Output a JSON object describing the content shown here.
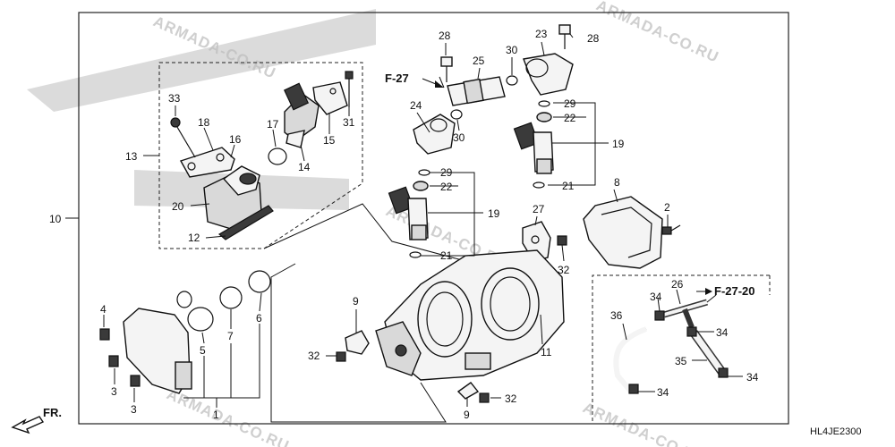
{
  "watermark": "ARMADA-CO.RU",
  "diagram_code": "HL4JE2300",
  "direction_label": "FR.",
  "refs": {
    "f27": "F-27",
    "f2720": "F-27-20"
  },
  "labels": {
    "p1": "1",
    "p2": "2",
    "p3a": "3",
    "p3b": "3",
    "p4": "4",
    "p5": "5",
    "p6": "6",
    "p7": "7",
    "p8": "8",
    "p9a": "9",
    "p9b": "9",
    "p10": "10",
    "p11": "11",
    "p12": "12",
    "p13": "13",
    "p14": "14",
    "p15": "15",
    "p16": "16",
    "p17": "17",
    "p18": "18",
    "p19a": "19",
    "p19b": "19",
    "p20": "20",
    "p21a": "21",
    "p21b": "21",
    "p22a": "22",
    "p22b": "22",
    "p23": "23",
    "p24": "24",
    "p25": "25",
    "p26": "26",
    "p27": "27",
    "p28a": "28",
    "p28b": "28",
    "p29a": "29",
    "p29b": "29",
    "p30a": "30",
    "p30b": "30",
    "p31": "31",
    "p32a": "32",
    "p32b": "32",
    "p32c": "32",
    "p33": "33",
    "p34a": "34",
    "p34b": "34",
    "p34c": "34",
    "p34d": "34",
    "p35": "35",
    "p36": "36"
  }
}
